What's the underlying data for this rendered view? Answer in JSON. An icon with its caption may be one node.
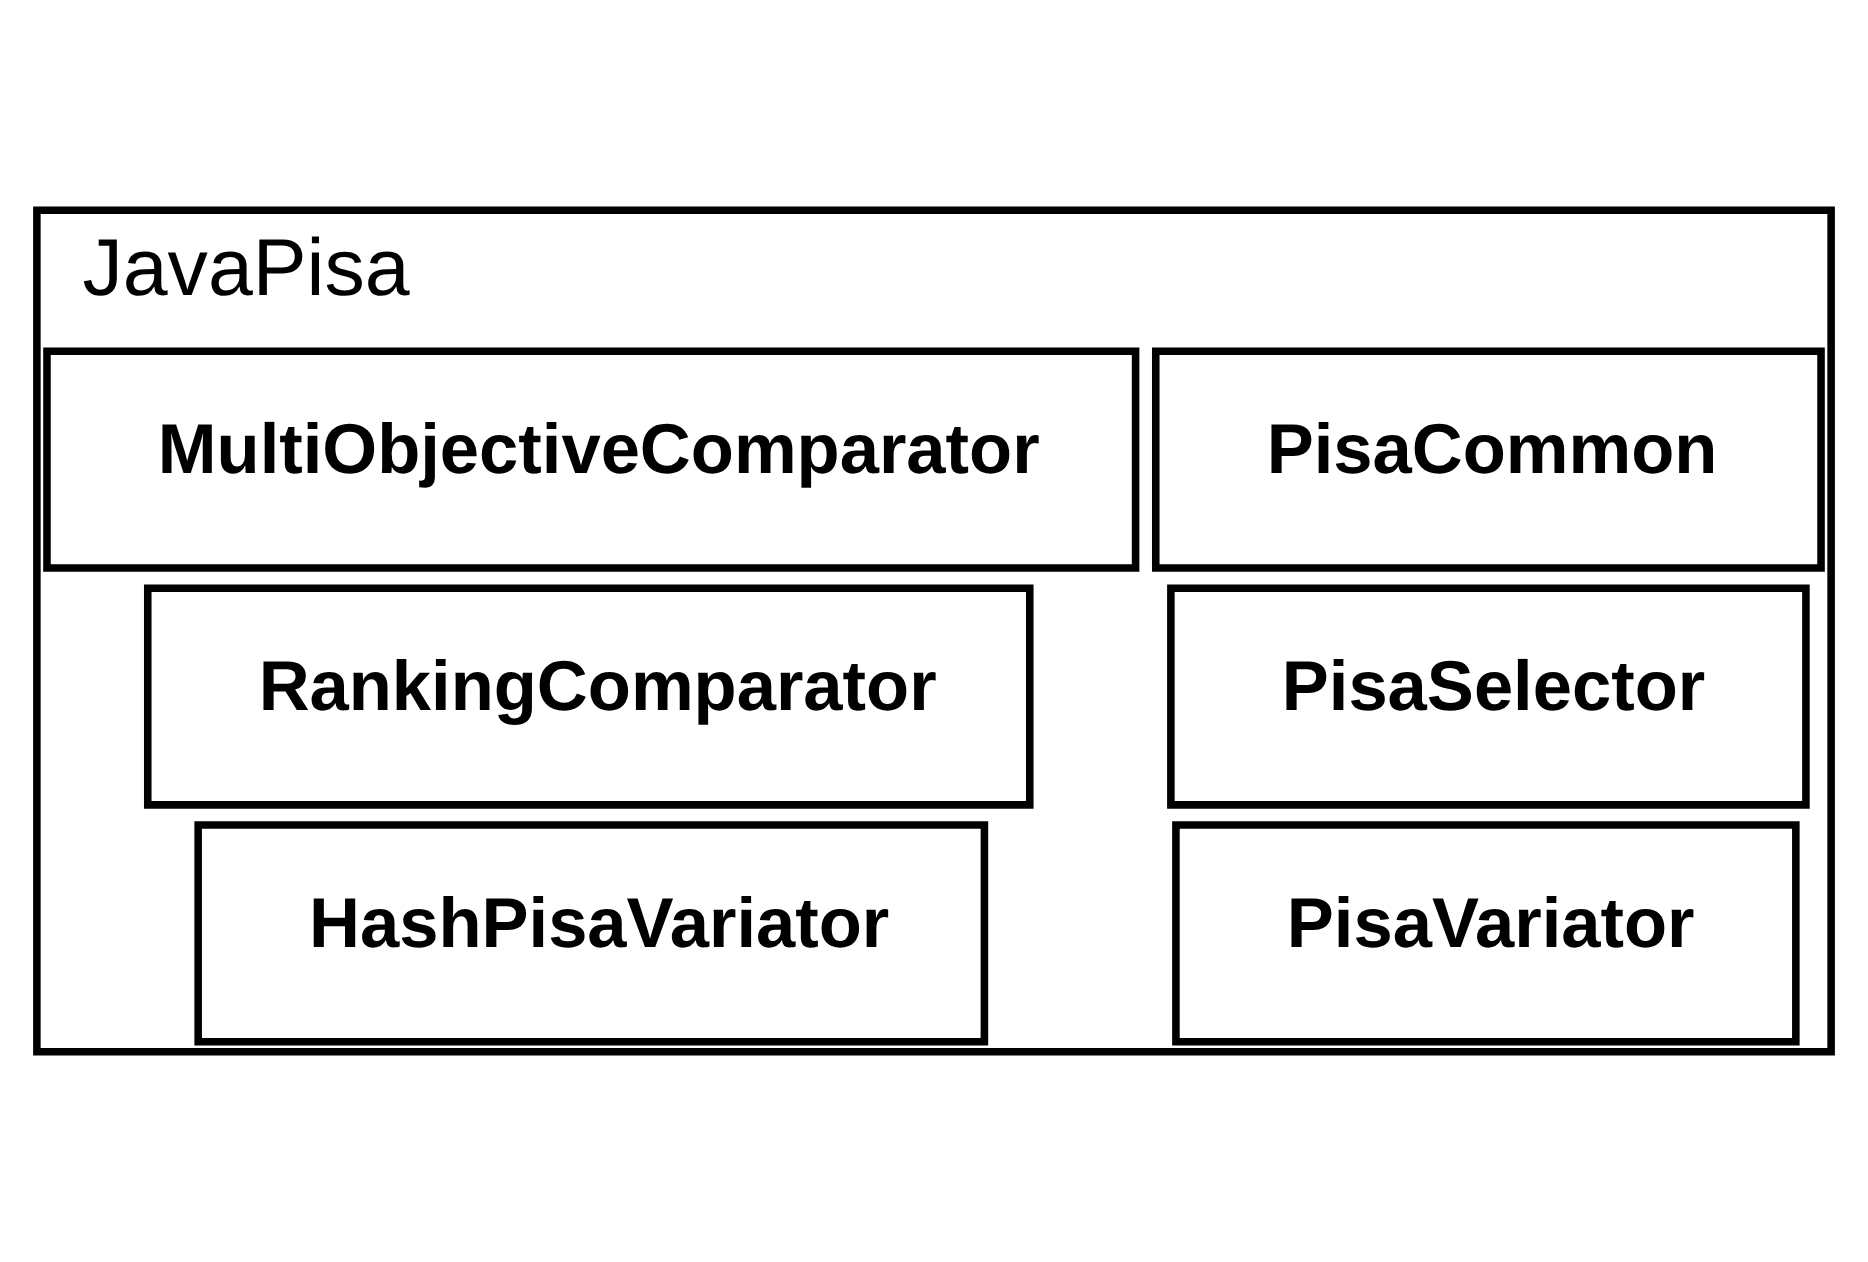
{
  "diagram": {
    "nodes": [
      {
        "text": [
          "JavaPisa"
        ]
      },
      {
        "text": [
          "PisaVariator"
        ],
        "in": 0
      },
      {
        "text": [
          "PisaSelector"
        ],
        "in": 0
      },
      {
        "text": [
          "PisaCommon"
        ],
        "in": 0
      },
      {
        "text": [
          "HashPisaVariator"
        ],
        "in": 0
      },
      {
        "text": [
          "MultiObjectiveComparator"
        ],
        "in": 0
      },
      {
        "text": [
          "RankingComparator"
        ],
        "in": 0
      }
    ]
  }
}
